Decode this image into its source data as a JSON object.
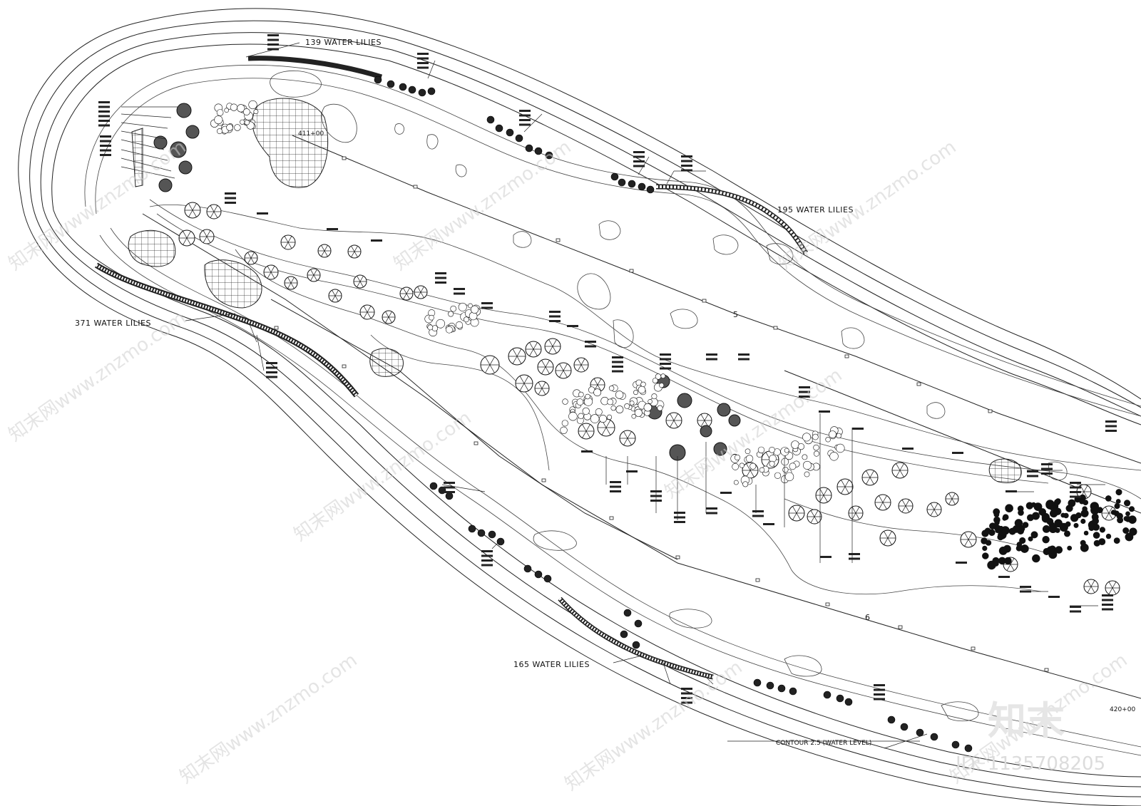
{
  "labels": {
    "water_lilies_1": "139 WATER LILIES",
    "water_lilies_2": "195 WATER LILIES",
    "water_lilies_3": "371 WATER LILIES",
    "water_lilies_4": "165 WATER LILIES",
    "contour": "CONTOUR 2.5 (WATER LEVEL)",
    "station_1": "411+00",
    "station_2": "420+00",
    "section_5": "5",
    "section_6": "6"
  },
  "watermark": {
    "site": "知末网www.znzmo.com",
    "logo": "知末",
    "id": "ID: 1135708205"
  }
}
